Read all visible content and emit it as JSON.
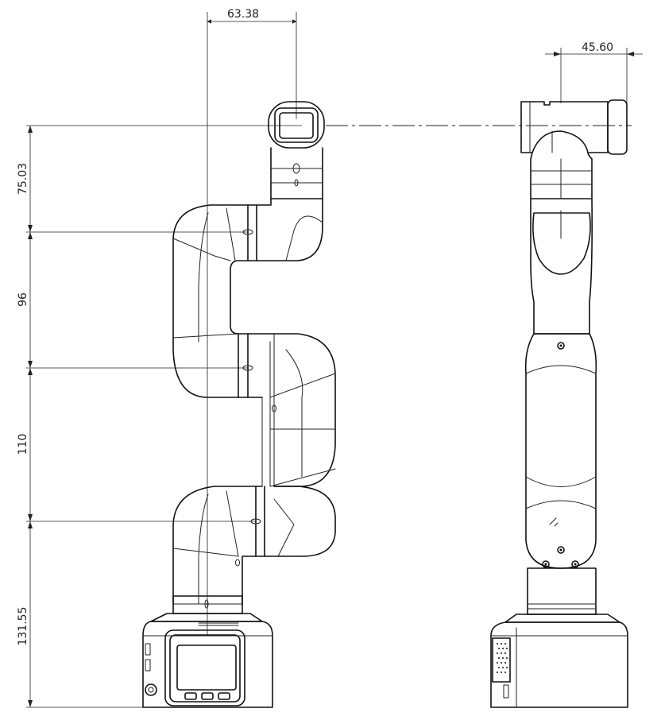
{
  "dimensions": {
    "top_width": "63.38",
    "side_offset": "45.60",
    "segment_1": "75.03",
    "segment_2": "96",
    "segment_3": "110",
    "segment_4": "131.55"
  },
  "colors": {
    "line": "#111111",
    "background": "#ffffff"
  }
}
